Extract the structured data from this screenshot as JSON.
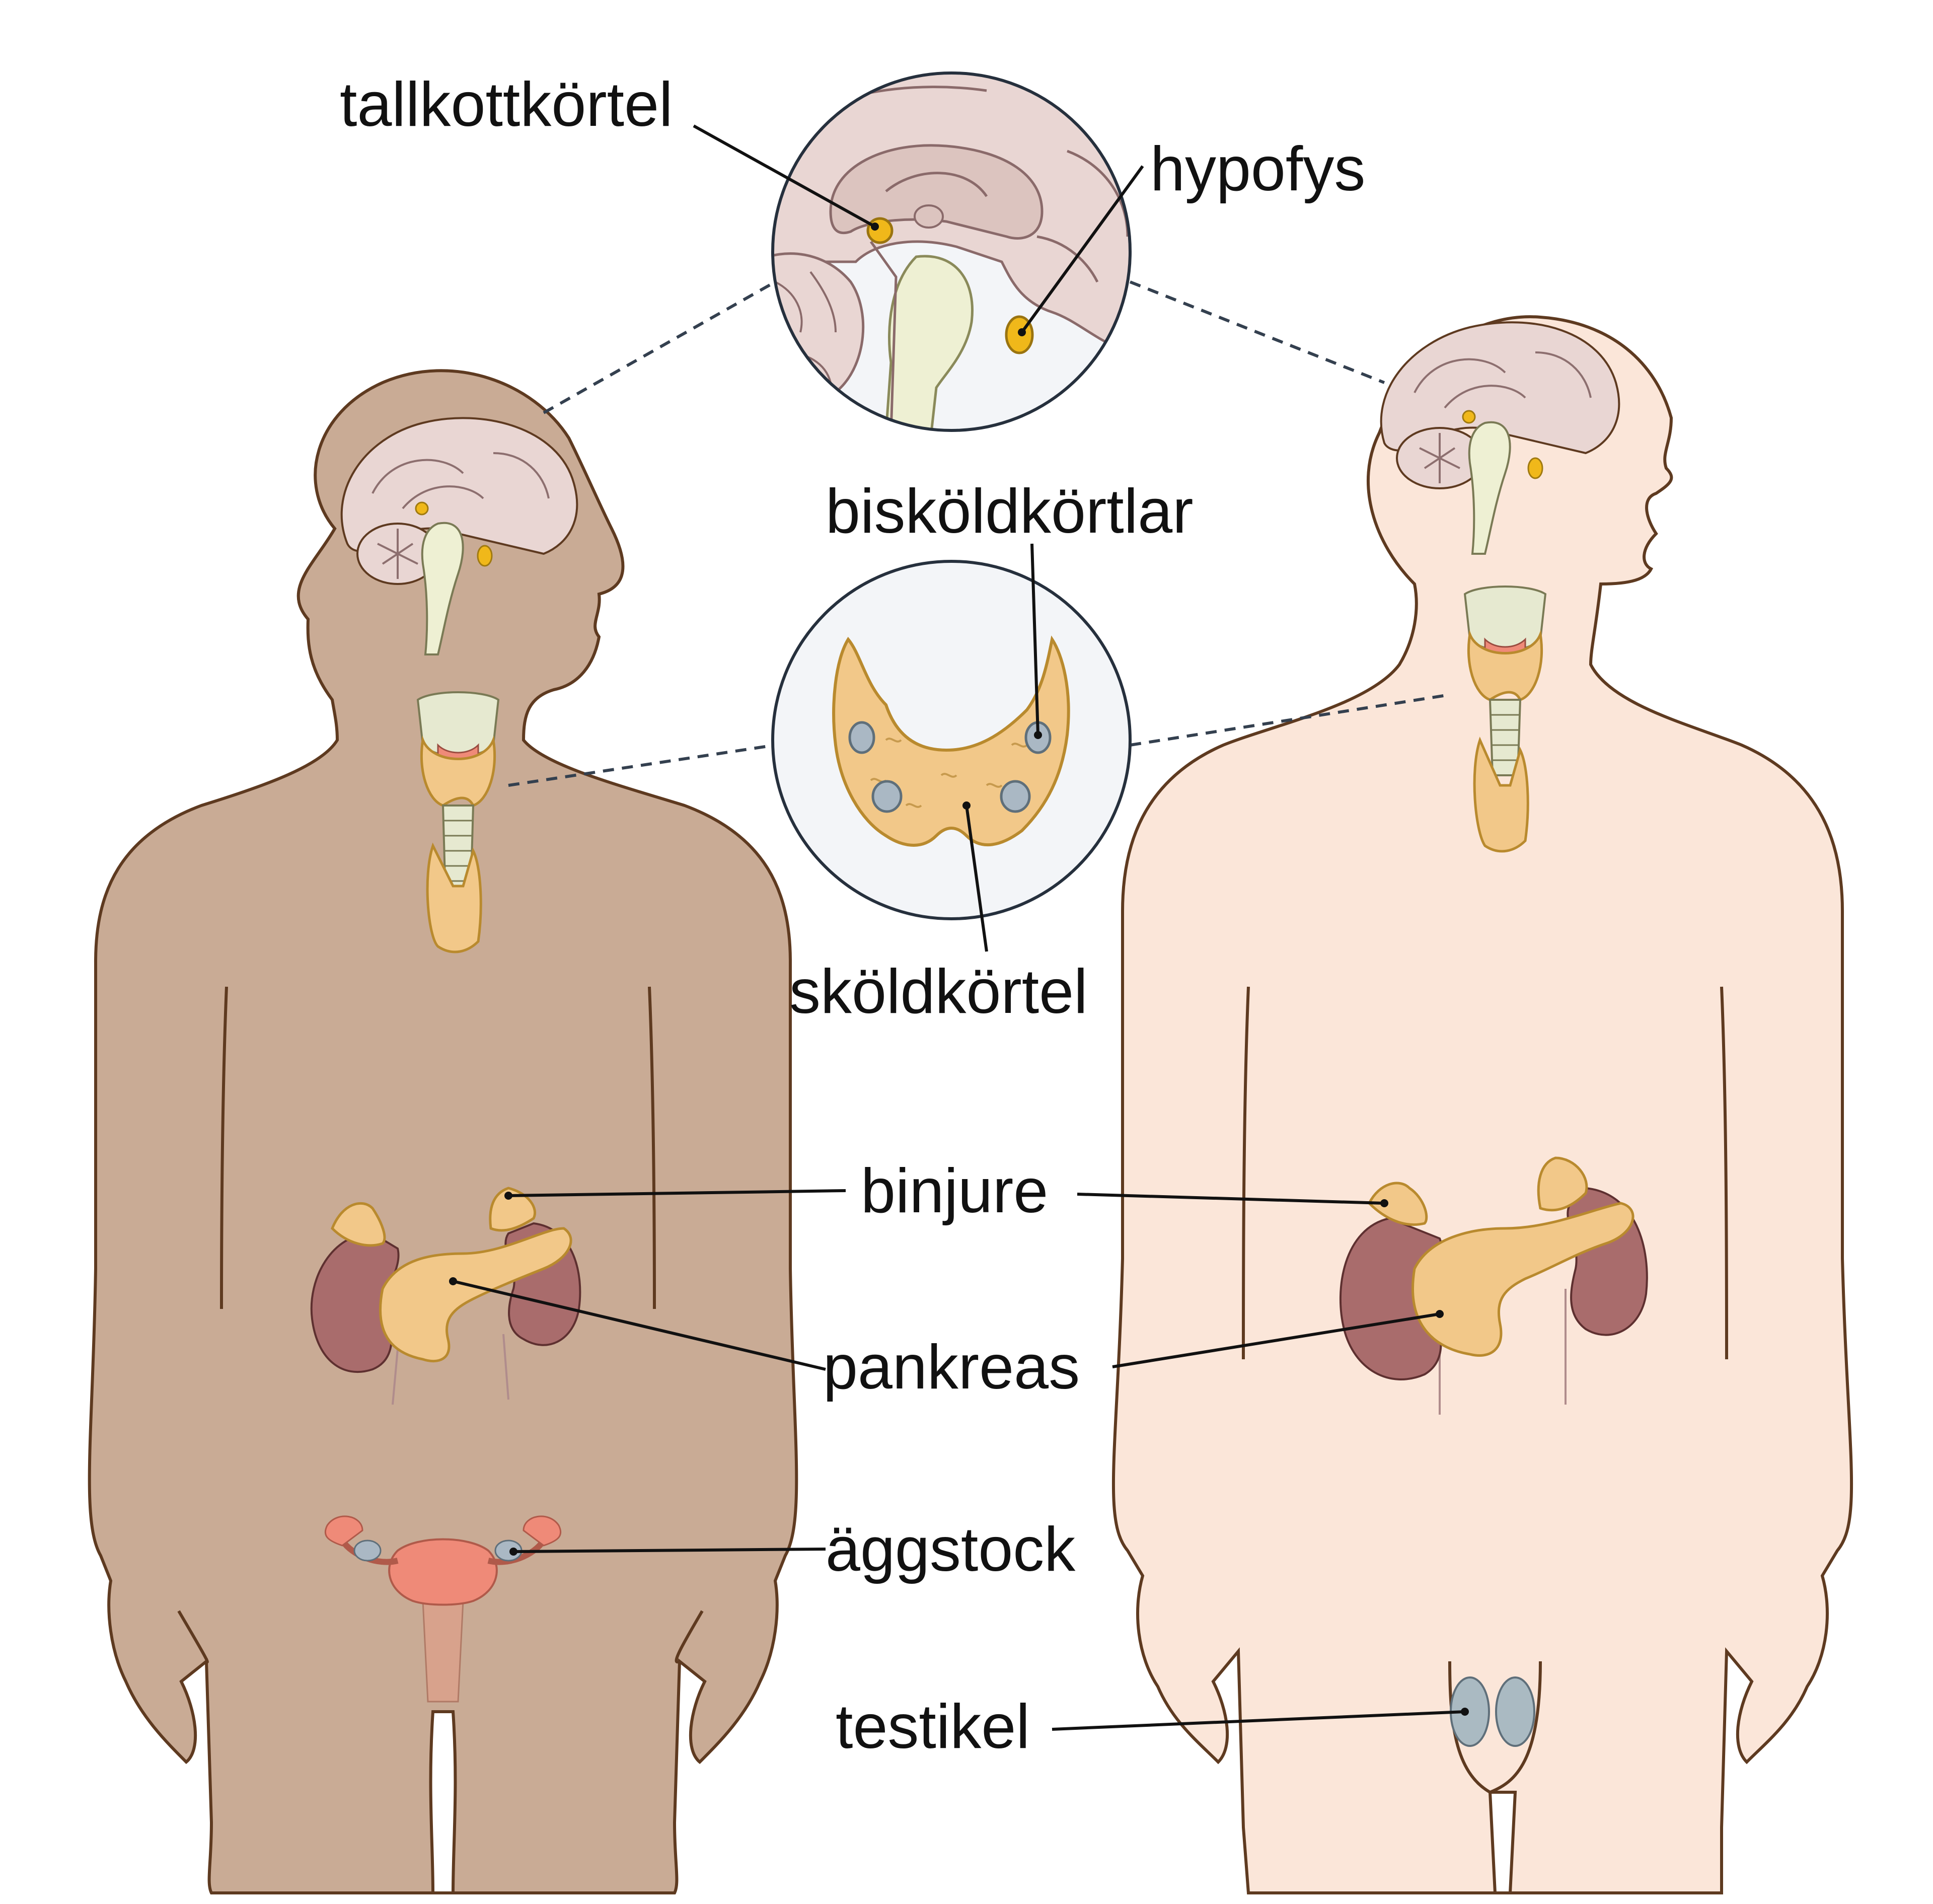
{
  "labels": {
    "pineal": "tallkottkörtel",
    "pituitary": "hypofys",
    "parathyroids": "bisköldkörtlar",
    "thyroid": "sköldkörtel",
    "adrenal": "binjure",
    "pancreas": "pankreas",
    "ovary": "äggstock",
    "testis": "testikel"
  },
  "colors": {
    "female_skin": "#c9ab95",
    "male_skin": "#fbe6d9",
    "body_outline": "#6b4326",
    "brain": "#e9d6d3",
    "gland": "#f2c889",
    "gland_gold": "#f0b81a",
    "kidney": "#a96c6c",
    "uterus": "#ef8a78",
    "testis": "#aabac2",
    "parathyroid": "#aab8c4",
    "inset_bg": "#f3f5f8",
    "inset_border": "#26303d"
  }
}
